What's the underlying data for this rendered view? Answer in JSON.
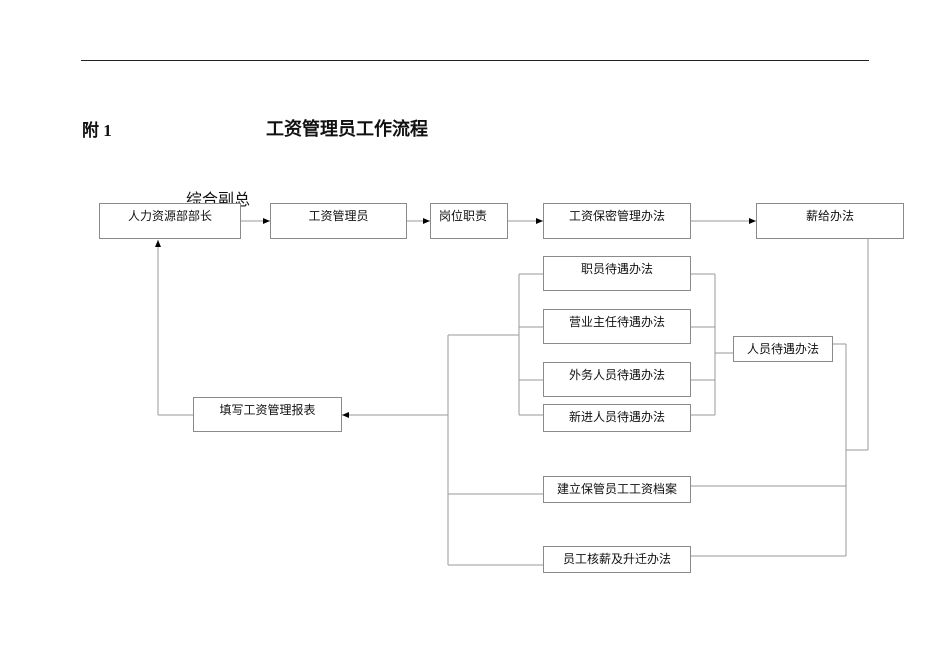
{
  "header": {
    "appendix": "附 1",
    "title": "工资管理员工作流程",
    "note": "综合副总"
  },
  "nodes": {
    "hr_director": "人力资源部部长",
    "payroll_admin": "工资管理员",
    "job_duties": "岗位职责",
    "salary_confidentiality": "工资保密管理办法",
    "salary_method": "薪给办法",
    "staff_treatment": "职员待遇办法",
    "business_director_treatment": "营业主任待遇办法",
    "field_staff_treatment": "外务人员待遇办法",
    "new_staff_treatment": "新进人员待遇办法",
    "personnel_treatment": "人员待遇办法",
    "fill_salary_report": "填写工资管理报表",
    "salary_archive": "建立保管员工工资档案",
    "salary_review": "员工核薪及升迁办法"
  }
}
